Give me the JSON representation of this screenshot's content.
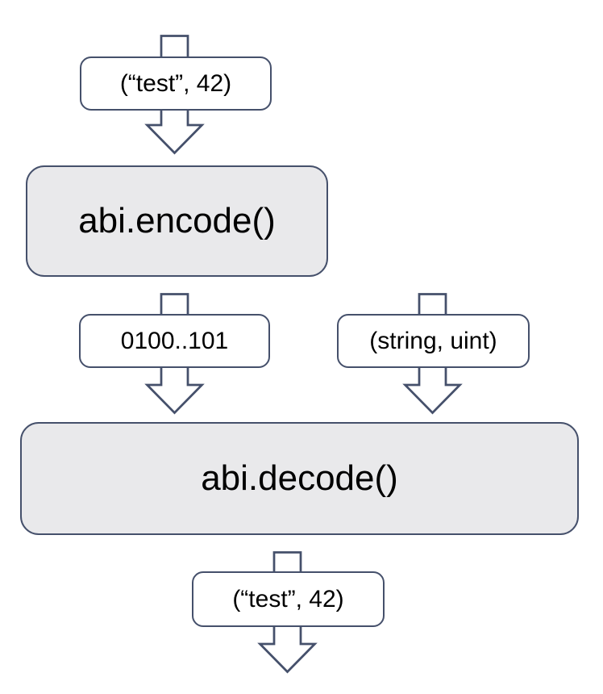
{
  "colors": {
    "stroke": "#45506b",
    "process_fill": "#e9e9eb",
    "label_fill": "#ffffff",
    "text_color": "#000000",
    "canvas_bg": "#ffffff"
  },
  "nodes": {
    "top_input": "(“test”, 42)",
    "encode": "abi.encode()",
    "encoded_bytes": "0100..101",
    "type_spec": "(string, uint)",
    "decode": "abi.decode()",
    "decoded_output": "(“test”, 42)"
  }
}
